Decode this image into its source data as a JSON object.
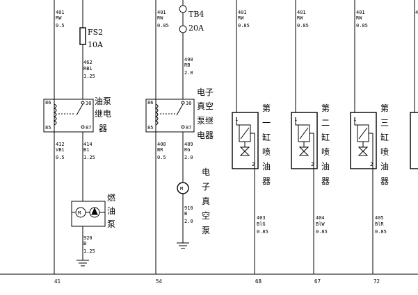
{
  "wires": {
    "w1_top": [
      "401",
      "RW",
      "0.5"
    ],
    "w1_mid": [
      "462",
      "RB1",
      "1.25"
    ],
    "w1_left": [
      "412",
      "VB1",
      "0.5"
    ],
    "w1_right": [
      "414",
      "B1",
      "1.25"
    ],
    "w1_bot": [
      "920",
      "B",
      "1.25"
    ],
    "w2_top": [
      "401",
      "RW",
      "0.85"
    ],
    "w2_mid": [
      "490",
      "RB",
      "2.0"
    ],
    "w2_left": [
      "408",
      "BR",
      "0.5"
    ],
    "w2_right": [
      "489",
      "RG",
      "2.0"
    ],
    "w2_bot": [
      "910",
      "B",
      "2.0"
    ],
    "w3_top": [
      "401",
      "RW",
      "0.85"
    ],
    "w3_bot": [
      "403",
      "BlG",
      "0.85"
    ],
    "w4_top": [
      "401",
      "RW",
      "0.85"
    ],
    "w4_bot": [
      "404",
      "BlW",
      "0.85"
    ],
    "w5_top": [
      "401",
      "RW",
      "0.85"
    ],
    "w5_bot": [
      "405",
      "BlR",
      "0.85"
    ],
    "w6_top": [
      "4"
    ]
  },
  "fuses": {
    "fs2_name": "FS2",
    "fs2_rating": "10A",
    "tb4_name": "TB4",
    "tb4_rating": "20A"
  },
  "relay_pins": {
    "p86": "86",
    "p85": "85",
    "p30": "30",
    "p87": "87"
  },
  "injector_pins": {
    "p1": "1",
    "p2": "2"
  },
  "labels": {
    "fuel_pump_relay": [
      "油泵",
      "继电",
      "器"
    ],
    "vacuum_pump_relay": [
      "电子",
      "真空",
      "泵继",
      "电器"
    ],
    "fuel_pump": [
      "燃",
      "油",
      "泵"
    ],
    "vacuum_pump": [
      "电",
      "子",
      "真",
      "空",
      "泵"
    ],
    "injector_1": [
      "第",
      "一",
      "缸",
      "喷",
      "油",
      "器"
    ],
    "injector_2": [
      "第",
      "二",
      "缸",
      "喷",
      "油",
      "器"
    ],
    "injector_3": [
      "第",
      "三",
      "缸",
      "喷",
      "油",
      "器"
    ]
  },
  "columns": [
    "41",
    "54",
    "68",
    "67",
    "72"
  ]
}
